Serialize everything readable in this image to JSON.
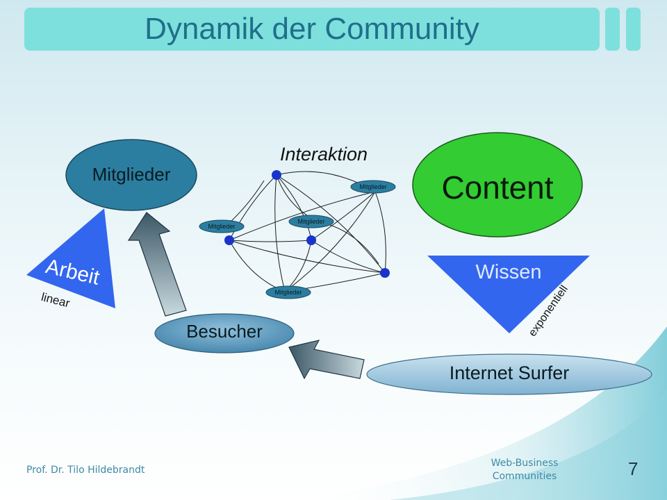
{
  "slide": {
    "title": "Dynamik der Community",
    "footer_author": "Prof. Dr. Tilo Hildebrandt",
    "footer_course_line1": "Web-Business",
    "footer_course_line2": "Communities",
    "page_number": "7"
  },
  "diagram": {
    "mitglieder": "Mitglieder",
    "content": "Content",
    "interaktion": "Interaktion",
    "arbeit": "Arbeit",
    "linear": "linear",
    "wissen": "Wissen",
    "exponentiell": "exponentiell",
    "besucher": "Besucher",
    "internet_surfer": "Internet Surfer",
    "network_node_label": "Mitglieder"
  },
  "colors": {
    "title_bar": "#7ee0dc",
    "title_text": "#1f6f8b",
    "mitglieder_fill": "#2b7ea0",
    "content_fill": "#33cc33",
    "triangle_fill": "#3366ee",
    "network_node": "#1a33cc",
    "besucher_fill": "#4f8eb4",
    "surfer_fill": "#86b9d6"
  }
}
